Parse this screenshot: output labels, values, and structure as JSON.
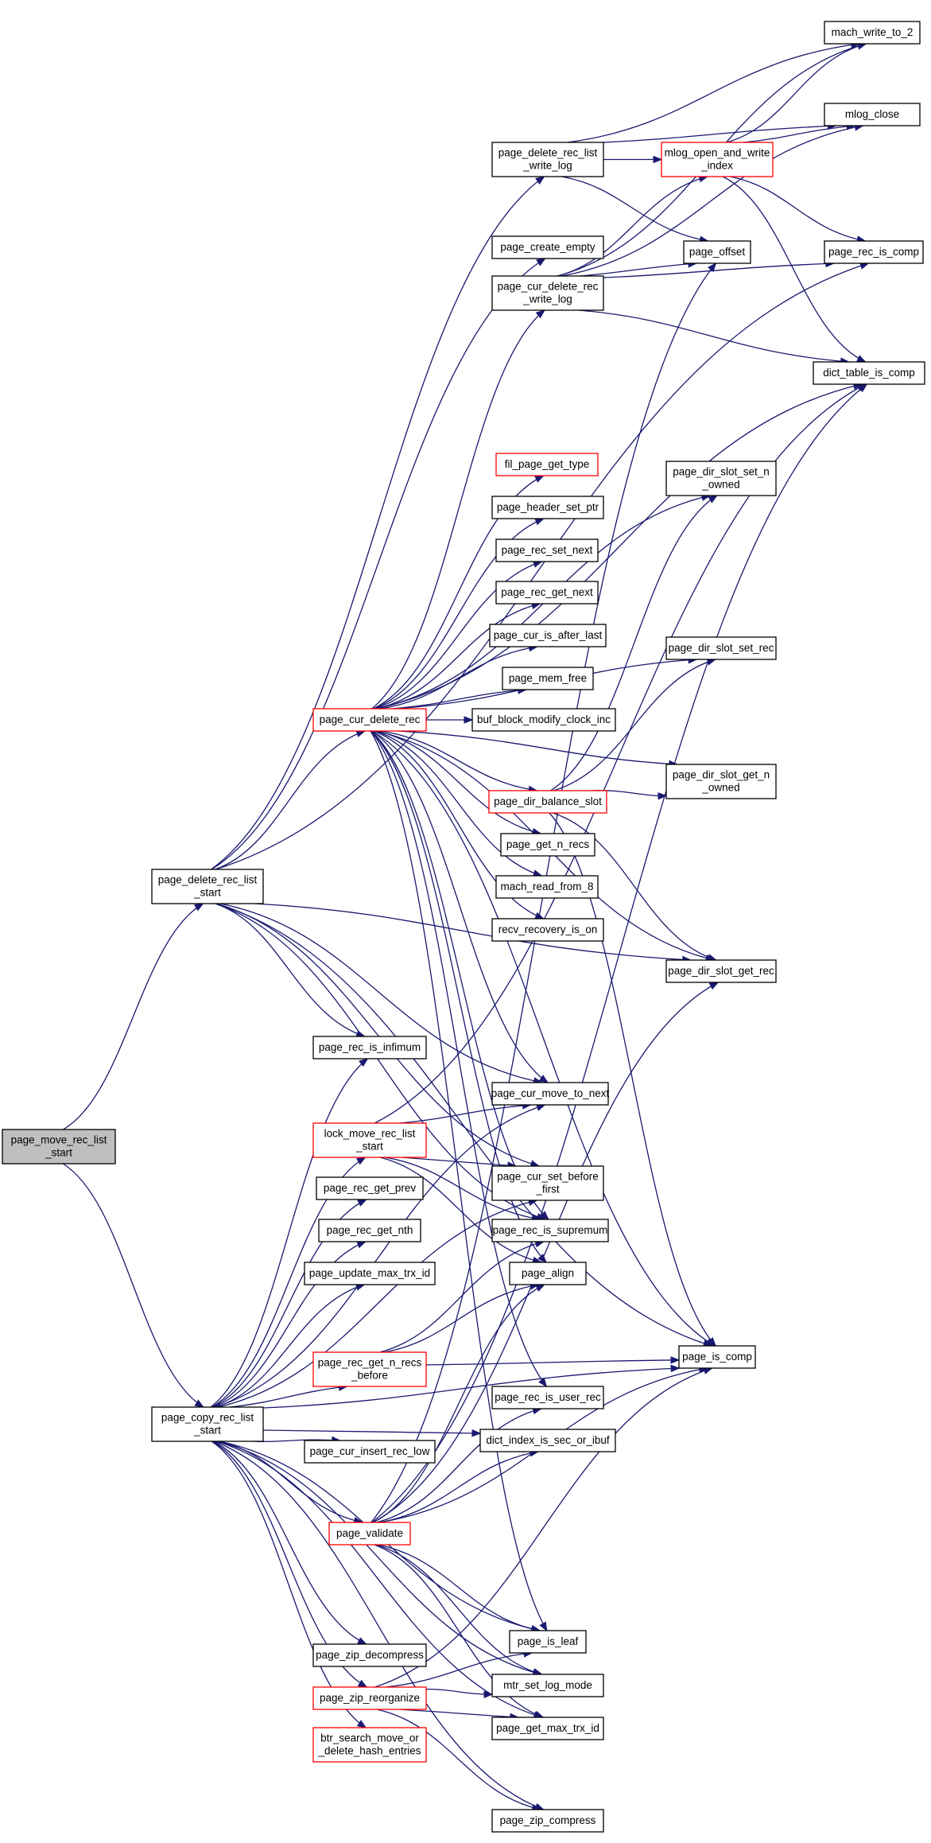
{
  "colors": {
    "edge": "#191970",
    "node_border": "#000000",
    "node_border_truncated": "#ff0000",
    "node_fill": "#ffffff",
    "root_fill": "#bfbfbf"
  },
  "nodes": {
    "page_move_rec_list_start": {
      "lines": [
        "page_move_rec_list",
        "_start"
      ],
      "kind": "root"
    },
    "page_delete_rec_list_start": {
      "lines": [
        "page_delete_rec_list",
        "_start"
      ],
      "kind": "normal"
    },
    "page_copy_rec_list_start": {
      "lines": [
        "page_copy_rec_list",
        "_start"
      ],
      "kind": "normal"
    },
    "page_delete_rec_list_write_log": {
      "lines": [
        "page_delete_rec_list",
        "_write_log"
      ],
      "kind": "normal"
    },
    "mach_write_to_2": {
      "lines": [
        "mach_write_to_2"
      ],
      "kind": "normal"
    },
    "mlog_close": {
      "lines": [
        "mlog_close"
      ],
      "kind": "normal"
    },
    "mlog_open_and_write_index": {
      "lines": [
        "mlog_open_and_write",
        "_index"
      ],
      "kind": "truncated"
    },
    "page_rec_is_comp": {
      "lines": [
        "page_rec_is_comp"
      ],
      "kind": "normal"
    },
    "page_offset": {
      "lines": [
        "page_offset"
      ],
      "kind": "normal"
    },
    "page_create_empty": {
      "lines": [
        "page_create_empty"
      ],
      "kind": "normal"
    },
    "page_cur_delete_rec_write_log": {
      "lines": [
        "page_cur_delete_rec",
        "_write_log"
      ],
      "kind": "normal"
    },
    "dict_table_is_comp": {
      "lines": [
        "dict_table_is_comp"
      ],
      "kind": "normal"
    },
    "fil_page_get_type": {
      "lines": [
        "fil_page_get_type"
      ],
      "kind": "truncated"
    },
    "page_dir_slot_set_n_owned": {
      "lines": [
        "page_dir_slot_set_n",
        "_owned"
      ],
      "kind": "normal"
    },
    "page_header_set_ptr": {
      "lines": [
        "page_header_set_ptr"
      ],
      "kind": "normal"
    },
    "page_rec_set_next": {
      "lines": [
        "page_rec_set_next"
      ],
      "kind": "normal"
    },
    "page_rec_get_next": {
      "lines": [
        "page_rec_get_next"
      ],
      "kind": "normal"
    },
    "page_cur_is_after_last": {
      "lines": [
        "page_cur_is_after_last"
      ],
      "kind": "normal"
    },
    "page_dir_slot_set_rec": {
      "lines": [
        "page_dir_slot_set_rec"
      ],
      "kind": "normal"
    },
    "page_mem_free": {
      "lines": [
        "page_mem_free"
      ],
      "kind": "normal"
    },
    "page_cur_delete_rec": {
      "lines": [
        "page_cur_delete_rec"
      ],
      "kind": "truncated"
    },
    "buf_block_modify_clock_inc": {
      "lines": [
        "buf_block_modify_clock_inc"
      ],
      "kind": "normal"
    },
    "page_dir_slot_get_n_owned": {
      "lines": [
        "page_dir_slot_get_n",
        "_owned"
      ],
      "kind": "normal"
    },
    "page_dir_balance_slot": {
      "lines": [
        "page_dir_balance_slot"
      ],
      "kind": "truncated"
    },
    "page_get_n_recs": {
      "lines": [
        "page_get_n_recs"
      ],
      "kind": "normal"
    },
    "mach_read_from_8": {
      "lines": [
        "mach_read_from_8"
      ],
      "kind": "normal"
    },
    "recv_recovery_is_on": {
      "lines": [
        "recv_recovery_is_on"
      ],
      "kind": "normal"
    },
    "page_dir_slot_get_rec": {
      "lines": [
        "page_dir_slot_get_rec"
      ],
      "kind": "normal"
    },
    "page_rec_is_infimum": {
      "lines": [
        "page_rec_is_infimum"
      ],
      "kind": "normal"
    },
    "page_cur_move_to_next": {
      "lines": [
        "page_cur_move_to_next"
      ],
      "kind": "normal"
    },
    "lock_move_rec_list_start": {
      "lines": [
        "lock_move_rec_list",
        "_start"
      ],
      "kind": "truncated"
    },
    "page_cur_set_before_first": {
      "lines": [
        "page_cur_set_before",
        "_first"
      ],
      "kind": "normal"
    },
    "page_rec_get_prev": {
      "lines": [
        "page_rec_get_prev"
      ],
      "kind": "normal"
    },
    "page_rec_get_nth": {
      "lines": [
        "page_rec_get_nth"
      ],
      "kind": "normal"
    },
    "page_rec_is_supremum": {
      "lines": [
        "page_rec_is_supremum"
      ],
      "kind": "normal"
    },
    "page_update_max_trx_id": {
      "lines": [
        "page_update_max_trx_id"
      ],
      "kind": "normal"
    },
    "page_align": {
      "lines": [
        "page_align"
      ],
      "kind": "normal"
    },
    "page_is_comp": {
      "lines": [
        "page_is_comp"
      ],
      "kind": "normal"
    },
    "page_rec_get_n_recs_before": {
      "lines": [
        "page_rec_get_n_recs",
        "_before"
      ],
      "kind": "truncated"
    },
    "page_rec_is_user_rec": {
      "lines": [
        "page_rec_is_user_rec"
      ],
      "kind": "normal"
    },
    "page_cur_insert_rec_low": {
      "lines": [
        "page_cur_insert_rec_low"
      ],
      "kind": "normal"
    },
    "dict_index_is_sec_or_ibuf": {
      "lines": [
        "dict_index_is_sec_or_ibuf"
      ],
      "kind": "normal"
    },
    "page_validate": {
      "lines": [
        "page_validate"
      ],
      "kind": "truncated"
    },
    "page_is_leaf": {
      "lines": [
        "page_is_leaf"
      ],
      "kind": "normal"
    },
    "page_zip_decompress": {
      "lines": [
        "page_zip_decompress"
      ],
      "kind": "normal"
    },
    "mtr_set_log_mode": {
      "lines": [
        "mtr_set_log_mode"
      ],
      "kind": "normal"
    },
    "page_zip_reorganize": {
      "lines": [
        "page_zip_reorganize"
      ],
      "kind": "truncated"
    },
    "page_get_max_trx_id": {
      "lines": [
        "page_get_max_trx_id"
      ],
      "kind": "normal"
    },
    "btr_search_move_or_delete_hash_entries": {
      "lines": [
        "btr_search_move_or",
        "_delete_hash_entries"
      ],
      "kind": "truncated"
    },
    "page_zip_compress": {
      "lines": [
        "page_zip_compress"
      ],
      "kind": "normal"
    }
  },
  "edges": [
    [
      "page_move_rec_list_start",
      "page_delete_rec_list_start"
    ],
    [
      "page_move_rec_list_start",
      "page_copy_rec_list_start"
    ],
    [
      "page_delete_rec_list_start",
      "page_delete_rec_list_write_log"
    ],
    [
      "page_delete_rec_list_start",
      "page_rec_is_comp"
    ],
    [
      "page_delete_rec_list_start",
      "page_create_empty"
    ],
    [
      "page_delete_rec_list_start",
      "page_cur_delete_rec"
    ],
    [
      "page_delete_rec_list_start",
      "page_rec_is_infimum"
    ],
    [
      "page_delete_rec_list_start",
      "page_cur_move_to_next"
    ],
    [
      "page_delete_rec_list_start",
      "page_cur_set_before_first"
    ],
    [
      "page_delete_rec_list_start",
      "page_dir_slot_get_rec"
    ],
    [
      "page_delete_rec_list_start",
      "page_is_comp"
    ],
    [
      "page_delete_rec_list_start",
      "page_rec_is_supremum"
    ],
    [
      "page_delete_rec_list_write_log",
      "mach_write_to_2"
    ],
    [
      "page_delete_rec_list_write_log",
      "mlog_close"
    ],
    [
      "page_delete_rec_list_write_log",
      "mlog_open_and_write_index"
    ],
    [
      "page_delete_rec_list_write_log",
      "page_offset"
    ],
    [
      "mlog_open_and_write_index",
      "mach_write_to_2"
    ],
    [
      "mlog_open_and_write_index",
      "mlog_close"
    ],
    [
      "mlog_open_and_write_index",
      "page_rec_is_comp"
    ],
    [
      "mlog_open_and_write_index",
      "dict_table_is_comp"
    ],
    [
      "page_cur_delete_rec_write_log",
      "mach_write_to_2"
    ],
    [
      "page_cur_delete_rec_write_log",
      "mlog_close"
    ],
    [
      "page_cur_delete_rec_write_log",
      "mlog_open_and_write_index"
    ],
    [
      "page_cur_delete_rec_write_log",
      "page_offset"
    ],
    [
      "page_cur_delete_rec_write_log",
      "page_rec_is_comp"
    ],
    [
      "page_cur_delete_rec_write_log",
      "dict_table_is_comp"
    ],
    [
      "page_cur_delete_rec",
      "page_cur_delete_rec_write_log"
    ],
    [
      "page_cur_delete_rec",
      "dict_table_is_comp"
    ],
    [
      "page_cur_delete_rec",
      "fil_page_get_type"
    ],
    [
      "page_cur_delete_rec",
      "page_dir_slot_set_n_owned"
    ],
    [
      "page_cur_delete_rec",
      "page_header_set_ptr"
    ],
    [
      "page_cur_delete_rec",
      "page_rec_set_next"
    ],
    [
      "page_cur_delete_rec",
      "page_rec_get_next"
    ],
    [
      "page_cur_delete_rec",
      "page_cur_is_after_last"
    ],
    [
      "page_cur_delete_rec",
      "page_dir_slot_set_rec"
    ],
    [
      "page_cur_delete_rec",
      "page_mem_free"
    ],
    [
      "page_cur_delete_rec",
      "buf_block_modify_clock_inc"
    ],
    [
      "page_cur_delete_rec",
      "page_dir_slot_get_n_owned"
    ],
    [
      "page_cur_delete_rec",
      "page_dir_balance_slot"
    ],
    [
      "page_cur_delete_rec",
      "page_get_n_recs"
    ],
    [
      "page_cur_delete_rec",
      "mach_read_from_8"
    ],
    [
      "page_cur_delete_rec",
      "recv_recovery_is_on"
    ],
    [
      "page_cur_delete_rec",
      "page_dir_slot_get_rec"
    ],
    [
      "page_cur_delete_rec",
      "page_cur_move_to_next"
    ],
    [
      "page_cur_delete_rec",
      "page_rec_is_supremum"
    ],
    [
      "page_cur_delete_rec",
      "page_align"
    ],
    [
      "page_cur_delete_rec",
      "page_is_comp"
    ],
    [
      "page_cur_delete_rec",
      "page_rec_is_user_rec"
    ],
    [
      "page_cur_delete_rec",
      "page_is_leaf"
    ],
    [
      "page_dir_balance_slot",
      "page_dir_slot_set_n_owned"
    ],
    [
      "page_dir_balance_slot",
      "page_dir_slot_set_rec"
    ],
    [
      "page_dir_balance_slot",
      "page_dir_slot_get_n_owned"
    ],
    [
      "page_dir_balance_slot",
      "page_dir_slot_get_rec"
    ],
    [
      "page_dir_balance_slot",
      "page_is_comp"
    ],
    [
      "lock_move_rec_list_start",
      "page_cur_move_to_next"
    ],
    [
      "lock_move_rec_list_start",
      "page_cur_set_before_first"
    ],
    [
      "lock_move_rec_list_start",
      "page_rec_is_supremum"
    ],
    [
      "lock_move_rec_list_start",
      "dict_table_is_comp"
    ],
    [
      "lock_move_rec_list_start",
      "page_align"
    ],
    [
      "page_rec_get_n_recs_before",
      "page_align"
    ],
    [
      "page_rec_get_n_recs_before",
      "page_is_comp"
    ],
    [
      "page_rec_get_n_recs_before",
      "page_rec_is_supremum"
    ],
    [
      "page_copy_rec_list_start",
      "page_rec_is_infimum"
    ],
    [
      "page_copy_rec_list_start",
      "lock_move_rec_list_start"
    ],
    [
      "page_copy_rec_list_start",
      "page_rec_get_prev"
    ],
    [
      "page_copy_rec_list_start",
      "page_rec_get_nth"
    ],
    [
      "page_copy_rec_list_start",
      "page_update_max_trx_id"
    ],
    [
      "page_copy_rec_list_start",
      "page_rec_get_n_recs_before"
    ],
    [
      "page_copy_rec_list_start",
      "page_cur_insert_rec_low"
    ],
    [
      "page_copy_rec_list_start",
      "page_validate"
    ],
    [
      "page_copy_rec_list_start",
      "page_zip_decompress"
    ],
    [
      "page_copy_rec_list_start",
      "page_zip_reorganize"
    ],
    [
      "page_copy_rec_list_start",
      "btr_search_move_or_delete_hash_entries"
    ],
    [
      "page_copy_rec_list_start",
      "page_zip_compress"
    ],
    [
      "page_copy_rec_list_start",
      "page_cur_move_to_next"
    ],
    [
      "page_copy_rec_list_start",
      "page_cur_set_before_first"
    ],
    [
      "page_copy_rec_list_start",
      "dict_index_is_sec_or_ibuf"
    ],
    [
      "page_copy_rec_list_start",
      "page_is_leaf"
    ],
    [
      "page_copy_rec_list_start",
      "mtr_set_log_mode"
    ],
    [
      "page_copy_rec_list_start",
      "page_get_max_trx_id"
    ],
    [
      "page_copy_rec_list_start",
      "page_is_comp"
    ],
    [
      "page_validate",
      "page_offset"
    ],
    [
      "page_validate",
      "page_dir_slot_get_rec"
    ],
    [
      "page_validate",
      "page_is_comp"
    ],
    [
      "page_validate",
      "dict_table_is_comp"
    ],
    [
      "page_validate",
      "page_rec_is_user_rec"
    ],
    [
      "page_validate",
      "dict_index_is_sec_or_ibuf"
    ],
    [
      "page_validate",
      "page_is_leaf"
    ],
    [
      "page_validate",
      "mtr_set_log_mode"
    ],
    [
      "page_validate",
      "page_get_max_trx_id"
    ],
    [
      "page_validate",
      "page_align"
    ],
    [
      "page_zip_reorganize",
      "page_is_leaf"
    ],
    [
      "page_zip_reorganize",
      "mtr_set_log_mode"
    ],
    [
      "page_zip_reorganize",
      "page_get_max_trx_id"
    ],
    [
      "page_zip_reorganize",
      "page_zip_compress"
    ],
    [
      "page_zip_reorganize",
      "page_is_comp"
    ]
  ]
}
